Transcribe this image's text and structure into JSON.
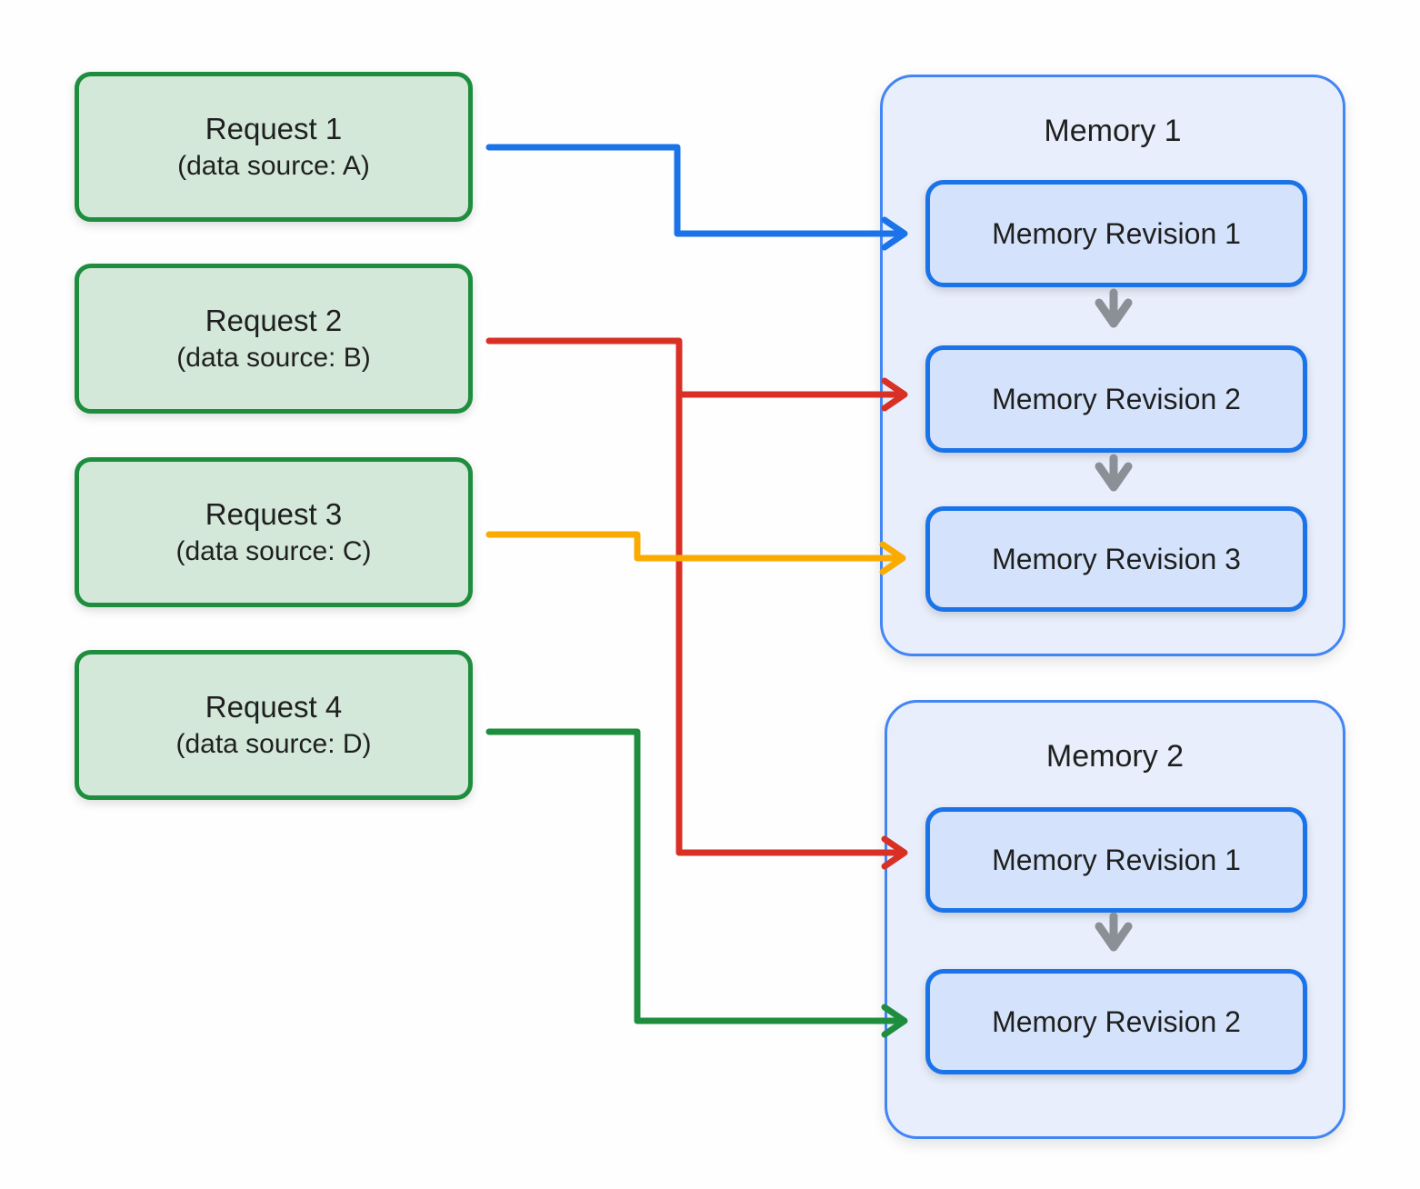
{
  "colors": {
    "background": "#fefefe",
    "text": "#1f1f1f",
    "request_fill": "#d3e8d9",
    "request_border": "#1e8e3e",
    "memory_fill": "#e8eefb",
    "memory_border": "#4285f4",
    "revision_fill": "#d4e3fb",
    "revision_border": "#1a73e8",
    "arrow_blue": "#1a73e8",
    "arrow_red": "#d93025",
    "arrow_yellow": "#f9ab00",
    "arrow_green": "#1e8e3e",
    "arrow_gray": "#8b9097"
  },
  "requests": [
    {
      "title": "Request 1",
      "subtitle": "(data source: A)"
    },
    {
      "title": "Request 2",
      "subtitle": "(data source: B)"
    },
    {
      "title": "Request 3",
      "subtitle": "(data source: C)"
    },
    {
      "title": "Request 4",
      "subtitle": "(data source: D)"
    }
  ],
  "memories": [
    {
      "title": "Memory 1",
      "revisions": [
        "Memory Revision 1",
        "Memory Revision 2",
        "Memory Revision 3"
      ]
    },
    {
      "title": "Memory 2",
      "revisions": [
        "Memory Revision 1",
        "Memory Revision 2"
      ]
    }
  ],
  "connections": [
    {
      "from": "Request 1",
      "to": "Memory 1 / Memory Revision 1",
      "color": "blue"
    },
    {
      "from": "Request 2",
      "to": "Memory 1 / Memory Revision 2",
      "color": "red"
    },
    {
      "from": "Request 2",
      "to": "Memory 2 / Memory Revision 1",
      "color": "red"
    },
    {
      "from": "Request 3",
      "to": "Memory 1 / Memory Revision 3",
      "color": "yellow"
    },
    {
      "from": "Request 4",
      "to": "Memory 2 / Memory Revision 2",
      "color": "green"
    }
  ]
}
